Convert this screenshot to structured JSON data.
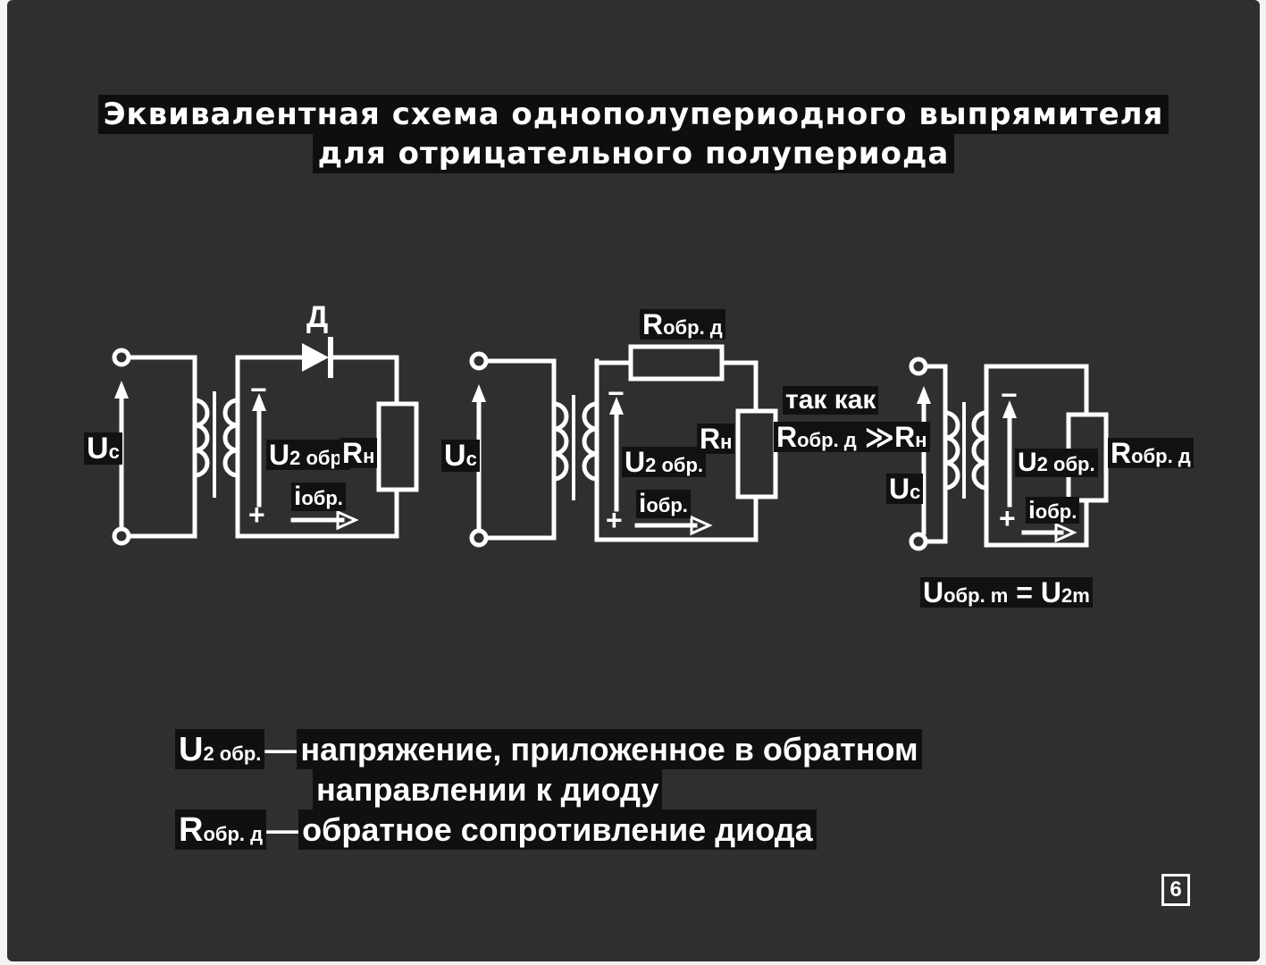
{
  "slide": {
    "title_line1": "Эквивалентная схема однополупериодного выпрямителя",
    "title_line2": "для отрицательного полупериода",
    "page_number": "6"
  },
  "circuit1": {
    "diode_label": "Д",
    "source": "U",
    "source_sub": "c",
    "minus": "−",
    "plus": "+",
    "voltage": "U",
    "voltage_sub": "2 обр.",
    "load": "R",
    "load_sub": "н",
    "current": "i",
    "current_sub": "обр."
  },
  "circuit2": {
    "resistor_label": "R",
    "resistor_sub": "обр. д",
    "source": "U",
    "source_sub": "c",
    "minus": "−",
    "plus": "+",
    "voltage": "U",
    "voltage_sub": "2 обр.",
    "load": "R",
    "load_sub": "н",
    "current": "i",
    "current_sub": "обр."
  },
  "condition": {
    "since": "так как",
    "lhs": "R",
    "lhs_sub": "обр. д",
    "op": "≫",
    "rhs": "R",
    "rhs_sub": "н"
  },
  "circuit3": {
    "source": "U",
    "source_sub": "c",
    "minus": "−",
    "plus": "+",
    "voltage": "U",
    "voltage_sub": "2 обр.",
    "resistor_label": "R",
    "resistor_sub": "обр. д",
    "current": "i",
    "current_sub": "обр.",
    "equation_lhs": "U",
    "equation_lhs_sub": "обр. m",
    "equation_op": "=",
    "equation_rhs": "U",
    "equation_rhs_sub": "2m"
  },
  "legend": [
    {
      "symbol": "U",
      "symbol_sub": "2 обр.",
      "dash": "—",
      "text_line1": "напряжение, приложенное в обратном",
      "text_line2": "направлении к диоду"
    },
    {
      "symbol": "R",
      "symbol_sub": "обр. д",
      "dash": "—",
      "text_line1": "обратное сопротивление диода"
    }
  ],
  "colors": {
    "background": "#2f2f2f",
    "lines": "#ffffff",
    "label_bg": "#111111"
  }
}
